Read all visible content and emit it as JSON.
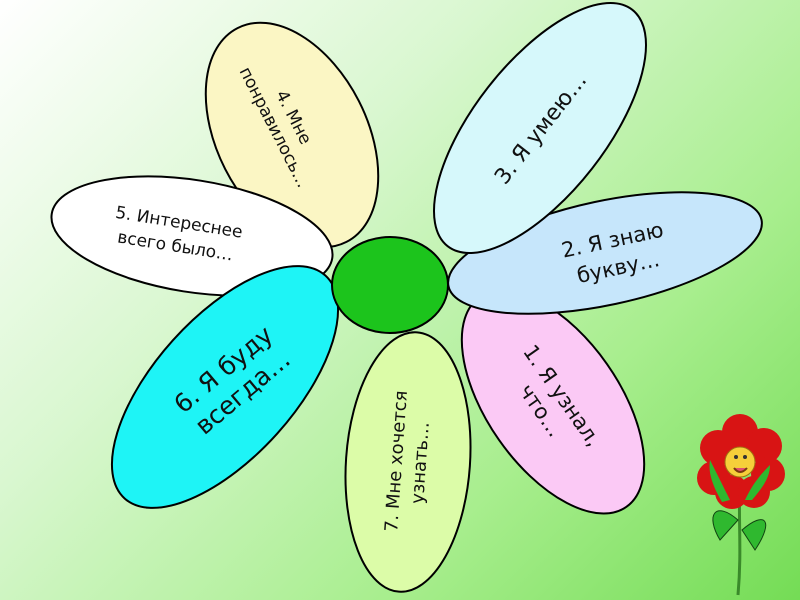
{
  "petals": [
    {
      "lines": [
        "1. Я узнал,",
        "что…"
      ],
      "color": "#fbc9f5"
    },
    {
      "lines": [
        "2. Я знаю",
        "букву…"
      ],
      "color": "#c6e6fb"
    },
    {
      "lines": [
        "3. Я умею…"
      ],
      "color": "#d6f8fb"
    },
    {
      "lines": [
        "4. Мне",
        "понравилось…"
      ],
      "color": "#fbf6c4"
    },
    {
      "lines": [
        "5. Интереснее",
        "всего было…"
      ],
      "color": "#ffffff"
    },
    {
      "lines": [
        "6. Я буду",
        "всегда…"
      ],
      "color": "#1ef4f6"
    },
    {
      "lines": [
        "7. Мне хочется",
        "узнать…"
      ],
      "color": "#dcfca8"
    }
  ],
  "center_color": "#1cc41c",
  "decoration": "smiling-red-flower-icon"
}
